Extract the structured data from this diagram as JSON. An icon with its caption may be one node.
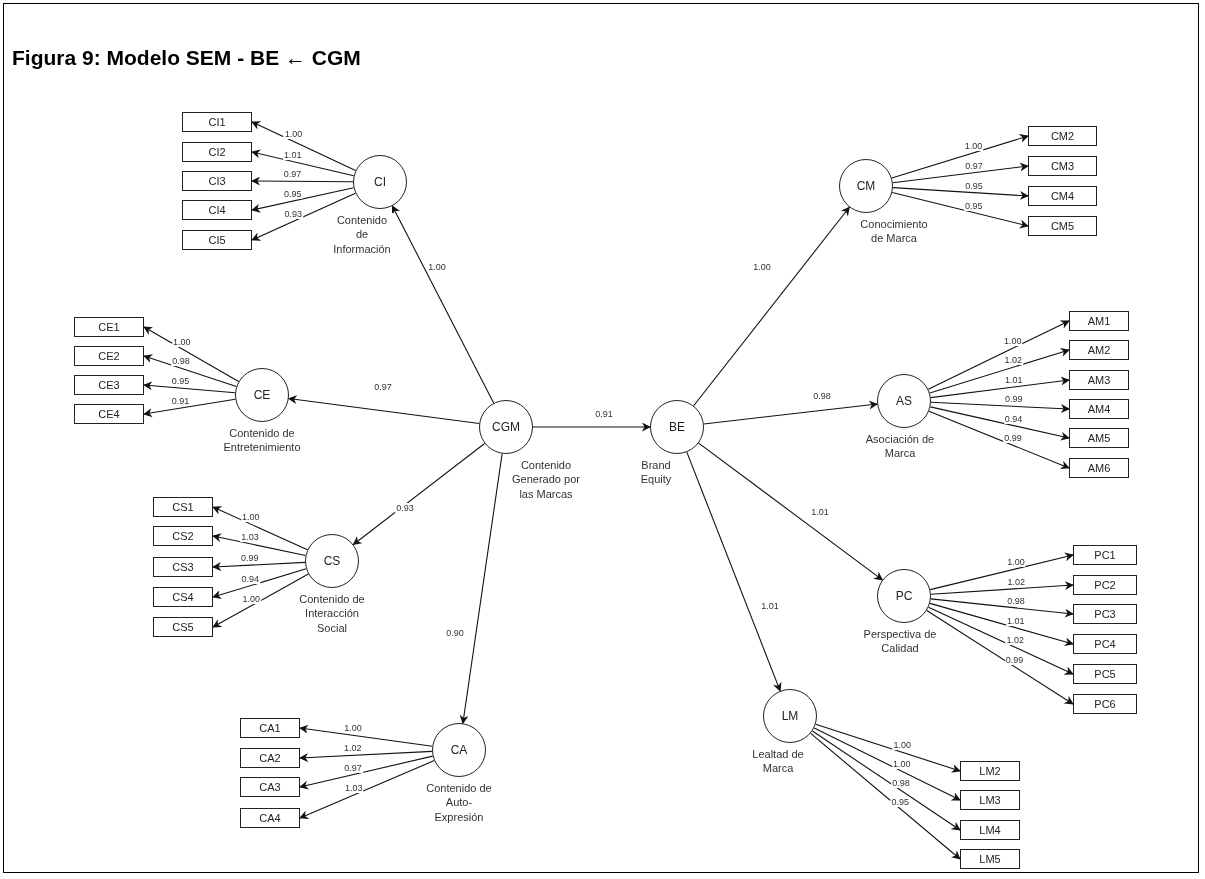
{
  "diagram": {
    "title": "Figura 9: Modelo SEM - BE ← CGM",
    "nodes": [
      {
        "text": [
          "CI"
        ],
        "beside": [
          "Contenido de Información"
        ]
      },
      {
        "text": [
          "CI1"
        ]
      },
      {
        "text": [
          "CI2"
        ]
      },
      {
        "text": [
          "CI3"
        ]
      },
      {
        "text": [
          "CI4"
        ]
      },
      {
        "text": [
          "CI5"
        ]
      },
      {
        "text": [
          "CE"
        ],
        "beside": [
          "Contenido de Entretenimiento"
        ]
      },
      {
        "text": [
          "CE1"
        ]
      },
      {
        "text": [
          "CE2"
        ]
      },
      {
        "text": [
          "CE3"
        ]
      },
      {
        "text": [
          "CE4"
        ]
      },
      {
        "text": [
          "CGM"
        ],
        "beside": [
          "Contenido Generado por las Marcas"
        ]
      },
      {
        "text": [
          "CS"
        ],
        "beside": [
          "Contenido de Interacción Social"
        ]
      },
      {
        "text": [
          "CS1"
        ]
      },
      {
        "text": [
          "CS2"
        ]
      },
      {
        "text": [
          "CS3"
        ]
      },
      {
        "text": [
          "CS4"
        ]
      },
      {
        "text": [
          "CS5"
        ]
      },
      {
        "text": [
          "CA"
        ],
        "beside": [
          "Contenido de Auto-Expresión"
        ]
      },
      {
        "text": [
          "CA1"
        ]
      },
      {
        "text": [
          "CA2"
        ]
      },
      {
        "text": [
          "CA3"
        ]
      },
      {
        "text": [
          "CA4"
        ]
      },
      {
        "text": [
          "BE"
        ],
        "beside": [
          "Brand Equity"
        ]
      },
      {
        "text": [
          "CM"
        ],
        "beside": [
          "Conocimiento de Marca"
        ]
      },
      {
        "text": [
          "CM2"
        ]
      },
      {
        "text": [
          "CM3"
        ]
      },
      {
        "text": [
          "CM4"
        ]
      },
      {
        "text": [
          "CM5"
        ]
      },
      {
        "text": [
          "AS"
        ],
        "beside": [
          "Asociación de Marca"
        ]
      },
      {
        "text": [
          "AM1"
        ]
      },
      {
        "text": [
          "AM2"
        ]
      },
      {
        "text": [
          "AM3"
        ]
      },
      {
        "text": [
          "AM4"
        ]
      },
      {
        "text": [
          "AM5"
        ]
      },
      {
        "text": [
          "AM6"
        ]
      },
      {
        "text": [
          "PC"
        ],
        "beside": [
          "Perspectiva de Calidad"
        ]
      },
      {
        "text": [
          "PC1"
        ]
      },
      {
        "text": [
          "PC2"
        ]
      },
      {
        "text": [
          "PC3"
        ]
      },
      {
        "text": [
          "PC4"
        ]
      },
      {
        "text": [
          "PC5"
        ]
      },
      {
        "text": [
          "PC6"
        ]
      },
      {
        "text": [
          "LM"
        ],
        "beside": [
          "Lealtad de Marca"
        ]
      },
      {
        "text": [
          "LM2"
        ]
      },
      {
        "text": [
          "LM3"
        ]
      },
      {
        "text": [
          "LM4"
        ]
      },
      {
        "text": [
          "LM5"
        ]
      }
    ],
    "edges": [
      {
        "from": 11,
        "to": 0,
        "arrow": "to",
        "label": "1.00"
      },
      {
        "from": 11,
        "to": 6,
        "arrow": "to",
        "label": "0.97"
      },
      {
        "from": 11,
        "to": 12,
        "arrow": "to",
        "label": "0.93"
      },
      {
        "from": 11,
        "to": 18,
        "arrow": "to",
        "label": "0.90"
      },
      {
        "from": 11,
        "to": 23,
        "arrow": "to",
        "label": "0.91"
      },
      {
        "from": 23,
        "to": 24,
        "arrow": "to",
        "label": "1.00"
      },
      {
        "from": 23,
        "to": 29,
        "arrow": "to",
        "label": "0.98"
      },
      {
        "from": 23,
        "to": 36,
        "arrow": "to",
        "label": "1.01"
      },
      {
        "from": 23,
        "to": 43,
        "arrow": "to",
        "label": "1.01"
      },
      {
        "from": 0,
        "to": 1,
        "arrow": "to",
        "label": "1.00"
      },
      {
        "from": 0,
        "to": 2,
        "arrow": "to",
        "label": "1.01"
      },
      {
        "from": 0,
        "to": 3,
        "arrow": "to",
        "label": "0.97"
      },
      {
        "from": 0,
        "to": 4,
        "arrow": "to",
        "label": "0.95"
      },
      {
        "from": 0,
        "to": 5,
        "arrow": "to",
        "label": "0.93"
      },
      {
        "from": 6,
        "to": 7,
        "arrow": "to",
        "label": "1.00"
      },
      {
        "from": 6,
        "to": 8,
        "arrow": "to",
        "label": "0.98"
      },
      {
        "from": 6,
        "to": 9,
        "arrow": "to",
        "label": "0.95"
      },
      {
        "from": 6,
        "to": 10,
        "arrow": "to",
        "label": "0.91"
      },
      {
        "from": 12,
        "to": 13,
        "arrow": "to",
        "label": "1.00"
      },
      {
        "from": 12,
        "to": 14,
        "arrow": "to",
        "label": "1.03"
      },
      {
        "from": 12,
        "to": 15,
        "arrow": "to",
        "label": "0.99"
      },
      {
        "from": 12,
        "to": 16,
        "arrow": "to",
        "label": "0.94"
      },
      {
        "from": 12,
        "to": 17,
        "arrow": "to",
        "label": "1.00"
      },
      {
        "from": 18,
        "to": 19,
        "arrow": "to",
        "label": "1.00"
      },
      {
        "from": 18,
        "to": 20,
        "arrow": "to",
        "label": "1.02"
      },
      {
        "from": 18,
        "to": 21,
        "arrow": "to",
        "label": "0.97"
      },
      {
        "from": 18,
        "to": 22,
        "arrow": "to",
        "label": "1.03"
      },
      {
        "from": 24,
        "to": 25,
        "arrow": "to",
        "label": "1.00"
      },
      {
        "from": 24,
        "to": 26,
        "arrow": "to",
        "label": "0.97"
      },
      {
        "from": 24,
        "to": 27,
        "arrow": "to",
        "label": "0.95"
      },
      {
        "from": 24,
        "to": 28,
        "arrow": "to",
        "label": "0.95"
      },
      {
        "from": 29,
        "to": 30,
        "arrow": "to",
        "label": "1.00"
      },
      {
        "from": 29,
        "to": 31,
        "arrow": "to",
        "label": "1.02"
      },
      {
        "from": 29,
        "to": 32,
        "arrow": "to",
        "label": "1.01"
      },
      {
        "from": 29,
        "to": 33,
        "arrow": "to",
        "label": "0.99"
      },
      {
        "from": 29,
        "to": 34,
        "arrow": "to",
        "label": "0.94"
      },
      {
        "from": 29,
        "to": 35,
        "arrow": "to",
        "label": "0.99"
      },
      {
        "from": 36,
        "to": 37,
        "arrow": "to",
        "label": "1.00"
      },
      {
        "from": 36,
        "to": 38,
        "arrow": "to",
        "label": "1.02"
      },
      {
        "from": 36,
        "to": 39,
        "arrow": "to",
        "label": "0.98"
      },
      {
        "from": 36,
        "to": 40,
        "arrow": "to",
        "label": "1.01"
      },
      {
        "from": 36,
        "to": 41,
        "arrow": "to",
        "label": "1.02"
      },
      {
        "from": 36,
        "to": 42,
        "arrow": "to",
        "label": "0.99"
      },
      {
        "from": 43,
        "to": 44,
        "arrow": "to",
        "label": "1.00"
      },
      {
        "from": 43,
        "to": 45,
        "arrow": "to",
        "label": "1.00"
      },
      {
        "from": 43,
        "to": 46,
        "arrow": "to",
        "label": "0.98"
      },
      {
        "from": 43,
        "to": 47,
        "arrow": "to",
        "label": "0.95"
      }
    ]
  }
}
